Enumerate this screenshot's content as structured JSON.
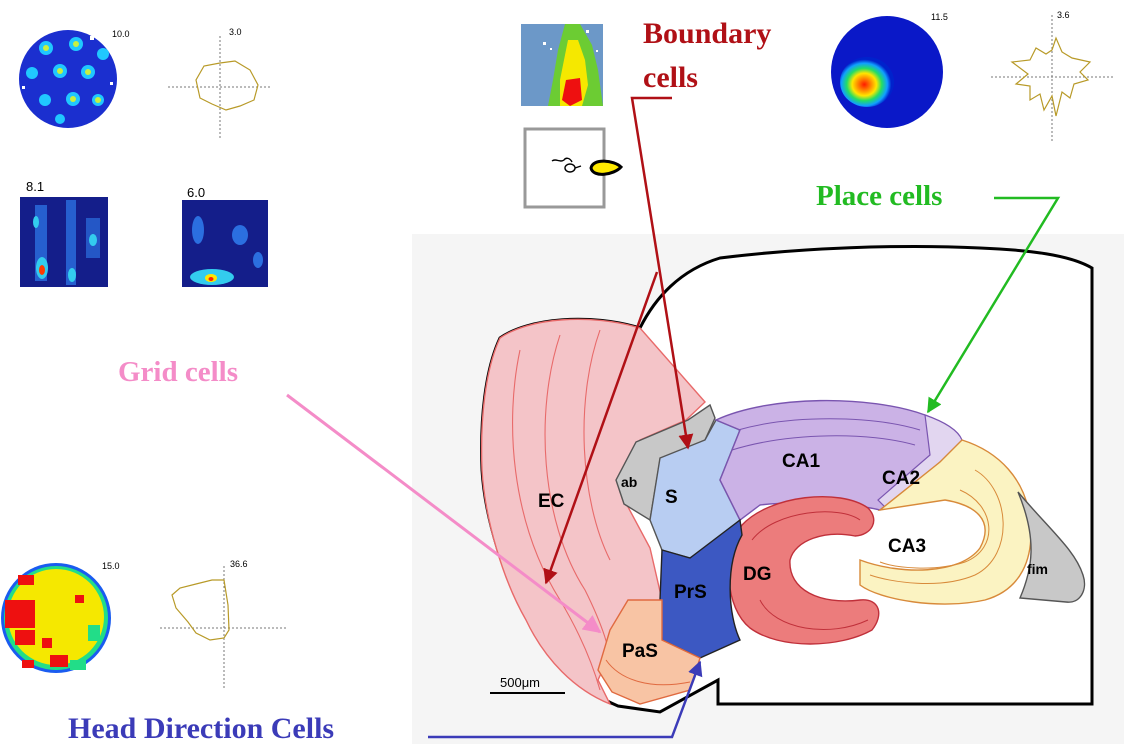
{
  "labels": {
    "boundary_line1": "Boundary",
    "boundary_line2": "cells",
    "place": "Place cells",
    "grid": "Grid cells",
    "head_direction": "Head Direction Cells"
  },
  "regions": {
    "ec": "EC",
    "ab": "ab",
    "s": "S",
    "ca1": "CA1",
    "ca2": "CA2",
    "ca3": "CA3",
    "prs": "PrS",
    "dg": "DG",
    "pas": "PaS",
    "fim": "fim"
  },
  "scale_bar": "500μm",
  "panel_values": {
    "grid_rate_peak": "10.0",
    "grid_polar_peak": "3.0",
    "square1_peak": "8.1",
    "square2_peak": "6.0",
    "place_rate_peak": "11.5",
    "place_polar_peak": "3.6",
    "hd_rate_peak": "15.0",
    "hd_polar_peak": "36.6"
  },
  "colors": {
    "boundary": "#b01016",
    "place": "#22bb22",
    "grid": "#f48cc8",
    "head_direction": "#3b3bb8",
    "ec": "#f4c4c8",
    "s": "#b8cdf2",
    "ca1": "#cbb2e6",
    "ca3": "#fbf3c2",
    "prs": "#3c58c2",
    "dg": "#ec7c7c",
    "pas": "#f8c4a4",
    "fim": "#c8c8c8"
  }
}
